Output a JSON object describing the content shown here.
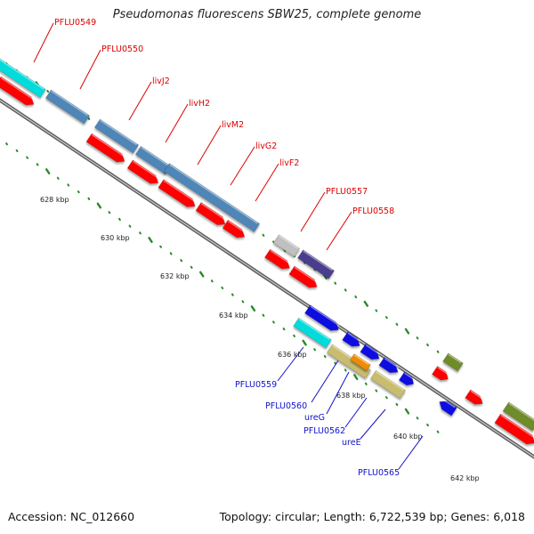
{
  "title": "Pseudomonas fluorescens SBW25, complete genome",
  "accession_text": "Accession: NC_012660",
  "topology_text": "Topology: circular; Length: 6,722,539 bp; Genes: 6,018",
  "kbp_labels": [
    "628 kbp",
    "630 kbp",
    "632 kbp",
    "634 kbp",
    "636 kbp",
    "638 kbp",
    "640 kbp",
    "642 kbp"
  ],
  "upper_gene_labels": [
    "PFLU0549",
    "PFLU0550",
    "livJ2",
    "livH2",
    "livM2",
    "livG2",
    "livF2",
    "PFLU0557",
    "PFLU0558"
  ],
  "lower_gene_labels": [
    "PFLU0559",
    "PFLU0560",
    "ureG",
    "PFLU0562",
    "ureE",
    "PFLU0565"
  ],
  "colors": {
    "backbone": "#9a9a9a",
    "cds": "#ff0000",
    "steelblue": "#4f86b8",
    "cyan": "#00dcdc",
    "gray": "#c0c0c0",
    "purple": "#4b3e8e",
    "blue": "#1010e0",
    "khaki": "#c8bc6e",
    "orange": "#f08a00",
    "olive": "#6e8c2a",
    "tick": "#2a8a2a",
    "upper_label": "#dd0000",
    "lower_label": "#1010cc"
  }
}
